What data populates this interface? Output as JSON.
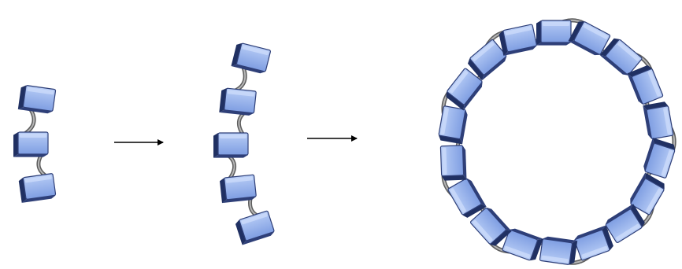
{
  "colors": {
    "background": "#ffffff",
    "block_top": "#a9c0f0",
    "block_front": "#8aa7e6",
    "block_edge": "#2e3f78",
    "block_side": "#203062",
    "linker": "#7a7a7a",
    "linker_highlight": "#b5b5b5",
    "arrow": "#000000"
  },
  "stages": [
    {
      "name": "short-chain",
      "block_count": 3
    },
    {
      "name": "longer-chain",
      "block_count": 5
    },
    {
      "name": "closed-ring",
      "block_count": 18
    }
  ],
  "arrows": [
    {
      "name": "arrow-1"
    },
    {
      "name": "arrow-2"
    }
  ]
}
